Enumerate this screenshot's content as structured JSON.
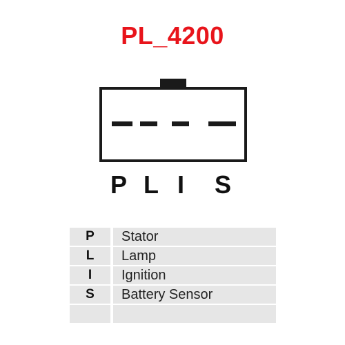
{
  "title": "PL_4200",
  "colors": {
    "title": "#e8141b",
    "outline": "#1a1a1a",
    "row_fill": "#e6e6e6"
  },
  "connector": {
    "pin_labels": [
      "P",
      "L",
      "I",
      "S"
    ]
  },
  "pin_table": {
    "rows": [
      {
        "code": "P",
        "description": "Stator"
      },
      {
        "code": "L",
        "description": "Lamp"
      },
      {
        "code": "I",
        "description": "Ignition"
      },
      {
        "code": "S",
        "description": "Battery Sensor"
      },
      {
        "code": "",
        "description": ""
      }
    ]
  }
}
